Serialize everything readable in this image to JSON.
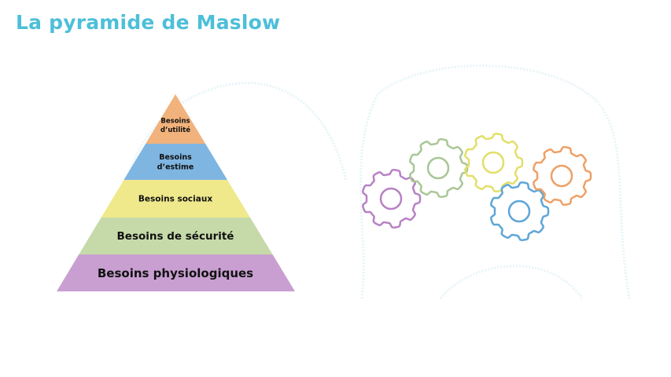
{
  "title": "La pyramide de Maslow",
  "pyramid": {
    "levels": [
      {
        "lines": [
          "Besoins",
          "d’utilité"
        ],
        "color": "#f1b27c"
      },
      {
        "lines": [
          "Besoins",
          "d’estime"
        ],
        "color": "#7fb5e1"
      },
      {
        "lines": [
          "Besoins sociaux"
        ],
        "color": "#efe98c"
      },
      {
        "lines": [
          "Besoins de sécurité"
        ],
        "color": "#c6daa9"
      },
      {
        "lines": [
          "Besoins physiologiques"
        ],
        "color": "#c99fd1"
      }
    ]
  },
  "gears": [
    {
      "name": "purple",
      "color": "#b882c4"
    },
    {
      "name": "green",
      "color": "#a9c795"
    },
    {
      "name": "yellow",
      "color": "#e3df6a"
    },
    {
      "name": "blue",
      "color": "#5ea6d8"
    },
    {
      "name": "orange",
      "color": "#eea066"
    }
  ],
  "background_color": "#e6f4f8"
}
